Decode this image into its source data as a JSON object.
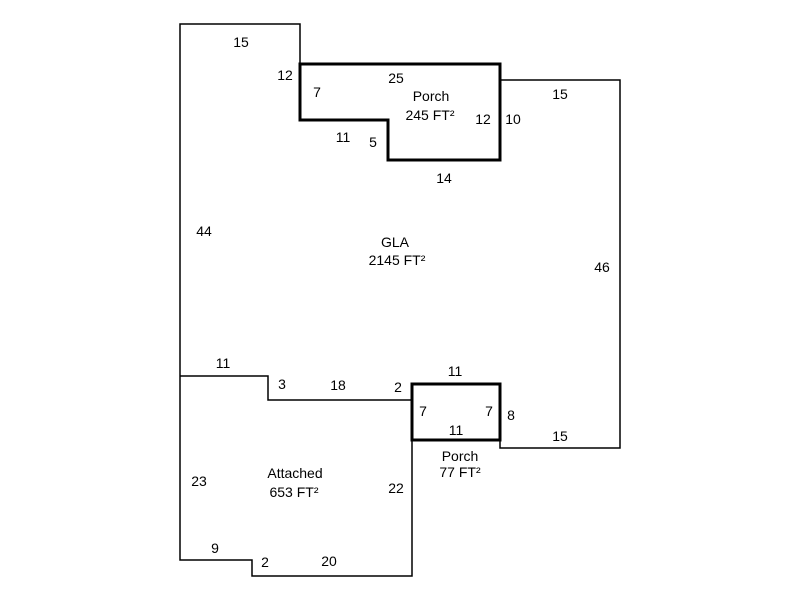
{
  "areas": {
    "gla": {
      "name": "GLA",
      "size": "2145 FT²"
    },
    "porch_top": {
      "name": "Porch",
      "size": "245 FT²"
    },
    "porch_bottom": {
      "name": "Porch",
      "size": "77 FT²"
    },
    "attached": {
      "name": "Attached",
      "size": "653 FT²"
    }
  },
  "dimensions": {
    "gla_top": "15",
    "gla_step": "12",
    "gla_left": "44",
    "gla_right_top": "15",
    "gla_right": "46",
    "gla_right_bottom": "15",
    "gla_bottom_left": "11",
    "gla_bottom_step": "3",
    "gla_bottom_mid": "18",
    "gla_bottom_step2": "2",
    "porch_top_top": "25",
    "porch_top_left": "7",
    "porch_top_inner": "11",
    "porch_top_inner_step": "5",
    "porch_top_bottom": "14",
    "porch_top_right": "12",
    "porch_top_outer_right": "10",
    "porch_bot_top": "11",
    "porch_bot_left": "7",
    "porch_bot_right": "7",
    "porch_bot_bottom": "11",
    "porch_bot_outer_right": "8",
    "att_left": "23",
    "att_bottom_left": "9",
    "att_step": "2",
    "att_bottom": "20",
    "att_right": "22"
  }
}
